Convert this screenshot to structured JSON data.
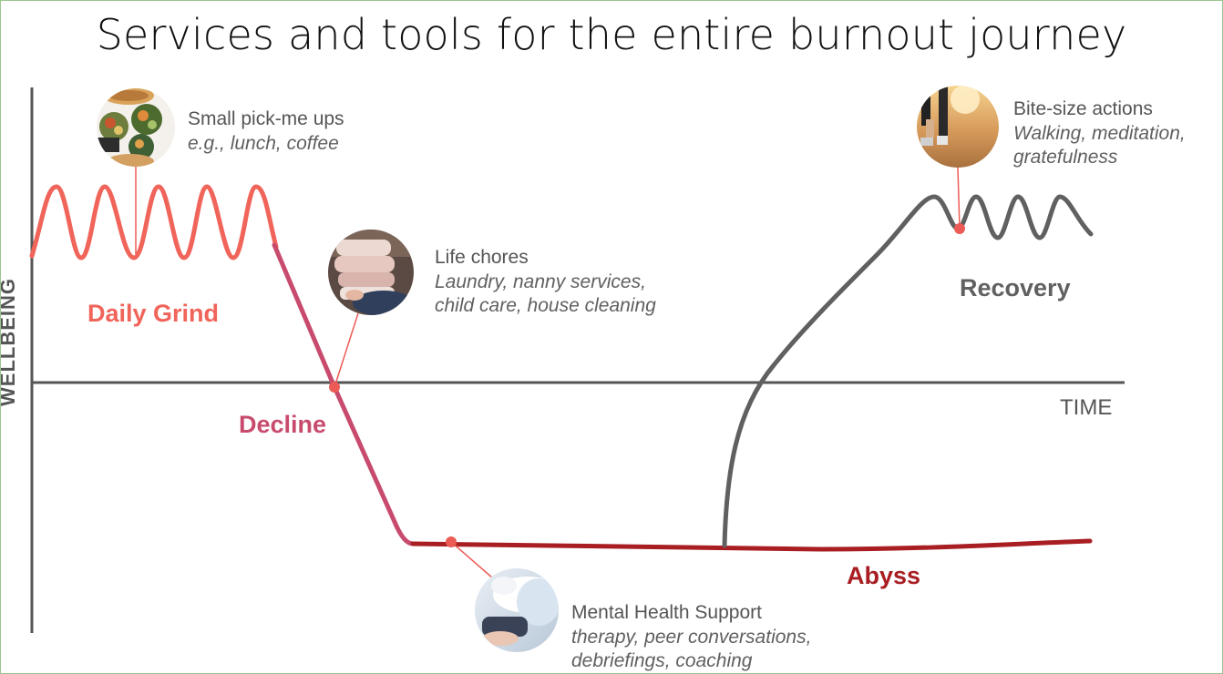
{
  "title": "Services and tools for the entire burnout journey",
  "axes": {
    "x_label": "TIME",
    "y_label": "WELLBEING"
  },
  "stages": {
    "daily_grind": {
      "label": "Daily Grind",
      "color": "#f0645a"
    },
    "decline": {
      "label": "Decline",
      "color": "#c84b6e"
    },
    "abyss": {
      "label": "Abyss",
      "color": "#a81e22"
    },
    "recovery": {
      "label": "Recovery",
      "color": "#606060"
    }
  },
  "callouts": {
    "pickme": {
      "title": "Small pick-me ups",
      "examples": [
        "e.g., lunch, coffee"
      ],
      "photo": "food-bowls-photo"
    },
    "chores": {
      "title": "Life chores",
      "examples": [
        "Laundry, nanny services,",
        "child care, house cleaning"
      ],
      "photo": "folded-laundry-photo"
    },
    "mental": {
      "title": "Mental Health Support",
      "examples": [
        "therapy, peer conversations,",
        "debriefings, coaching"
      ],
      "photo": "therapy-session-photo"
    },
    "bite": {
      "title": "Bite-size actions",
      "examples": [
        "Walking, meditation,",
        "gratefulness"
      ],
      "photo": "walking-legs-photo"
    }
  },
  "marker_color": "#ec5b55"
}
